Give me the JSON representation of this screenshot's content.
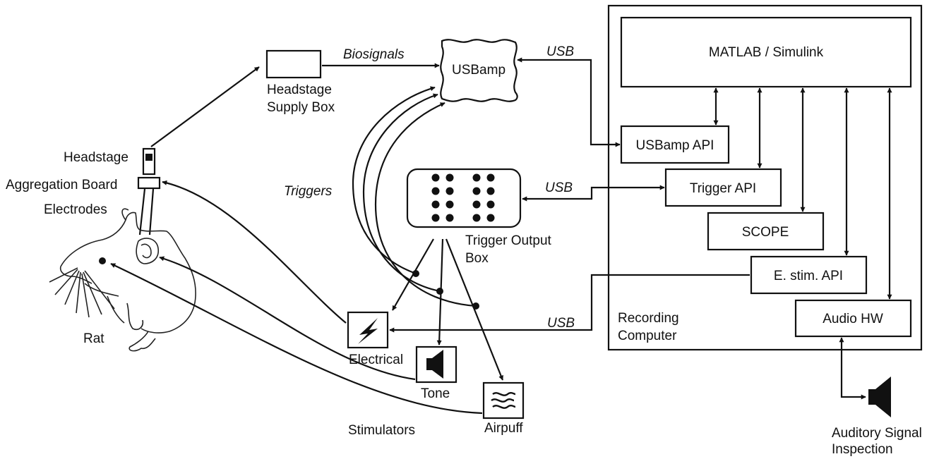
{
  "labels": {
    "headstage": "Headstage",
    "aggregation_board": "Aggregation Board",
    "electrodes": "Electrodes",
    "rat": "Rat",
    "headstage_supply_box": [
      "Headstage",
      "Supply Box"
    ],
    "biosignals": "Biosignals",
    "usbamp": "USBamp",
    "usb_usbamp": "USB",
    "usb_trigger": "USB",
    "usb_estim": "USB",
    "triggers": "Triggers",
    "trigger_output_box": [
      "Trigger Output",
      "Box"
    ],
    "electrical": "Electrical",
    "tone": "Tone",
    "airpuff": "Airpuff",
    "stimulators": "Stimulators",
    "matlab": "MATLAB / Simulink",
    "usbamp_api": "USBamp API",
    "trigger_api": "Trigger API",
    "scope": "SCOPE",
    "estim_api": "E. stim. API",
    "audio_hw": "Audio HW",
    "recording_computer": [
      "Recording",
      "Computer"
    ],
    "auditory_inspection": [
      "Auditory Signal",
      "Inspection"
    ]
  }
}
